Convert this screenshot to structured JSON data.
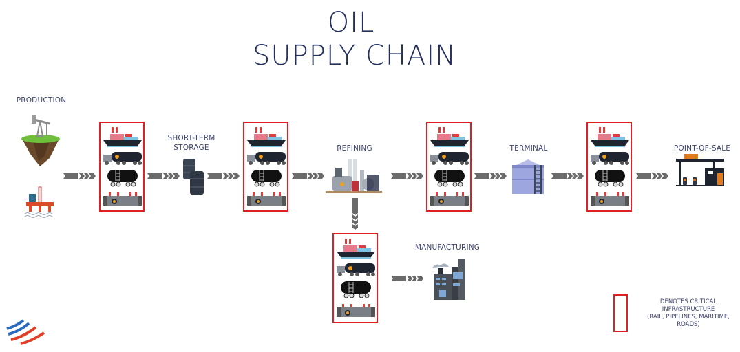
{
  "title": {
    "line1": "OIL",
    "line2": "SUPPLY CHAIN"
  },
  "stages": {
    "production": "PRODUCTION",
    "short_term_storage_1": "SHORT-TERM",
    "short_term_storage_2": "STORAGE",
    "refining": "REFINING",
    "terminal": "TERMINAL",
    "point_of_sale": "POINT-OF-SALE",
    "manufacturing": "MANUFACTURING"
  },
  "infrastructure_icons": [
    "ship-icon",
    "tanker-truck-icon",
    "rail-tank-car-icon",
    "pipeline-icon"
  ],
  "legend": {
    "line1": "DENOTES CRITICAL",
    "line2": "INFRASTRUCTURE",
    "line3": "(RAIL, PIPELINES, MARITIME,",
    "line4": "ROADS)"
  },
  "colors": {
    "title": "#253060",
    "critical_border": "#e02020",
    "arrow": "#6b6b6b"
  }
}
